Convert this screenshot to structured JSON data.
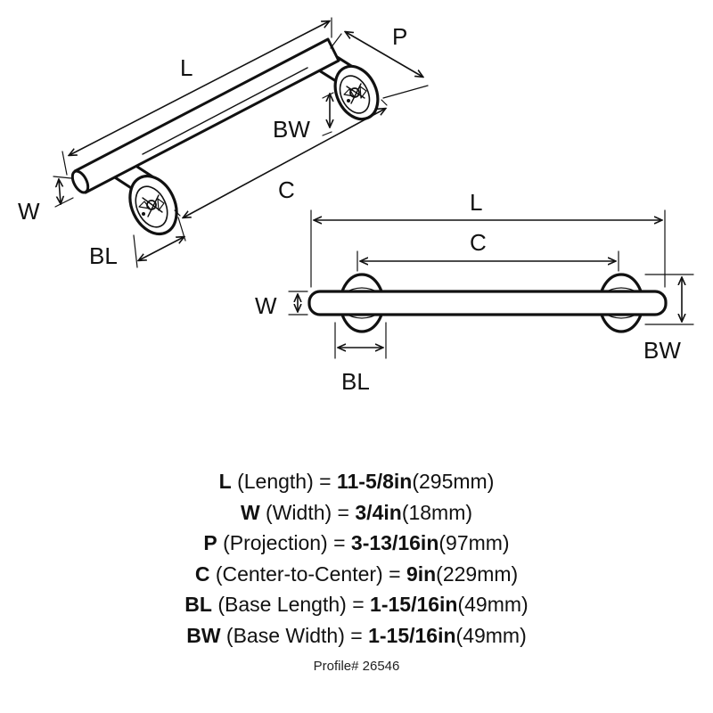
{
  "diagram": {
    "iso_labels": {
      "length": "L",
      "projection": "P",
      "base_width": "BW",
      "center": "C",
      "width": "W",
      "base_length": "BL"
    },
    "front_labels": {
      "length": "L",
      "center": "C",
      "width": "W",
      "base_width": "BW",
      "base_length": "BL"
    }
  },
  "specs": [
    {
      "abbr": "L",
      "desc": " (Length) = ",
      "value": "11-5/8in",
      "metric": "(295mm)"
    },
    {
      "abbr": "W",
      "desc": " (Width) = ",
      "value": "3/4in",
      "metric": "(18mm)"
    },
    {
      "abbr": "P",
      "desc": " (Projection) = ",
      "value": "3-13/16in",
      "metric": "(97mm)"
    },
    {
      "abbr": "C",
      "desc": " (Center-to-Center) = ",
      "value": "9in",
      "metric": "(229mm)"
    },
    {
      "abbr": "BL",
      "desc": " (Base Length) = ",
      "value": "1-15/16in",
      "metric": "(49mm)"
    },
    {
      "abbr": "BW",
      "desc": " (Base Width) = ",
      "value": "1-15/16in",
      "metric": "(49mm)"
    }
  ],
  "profile": "Profile# 26546"
}
